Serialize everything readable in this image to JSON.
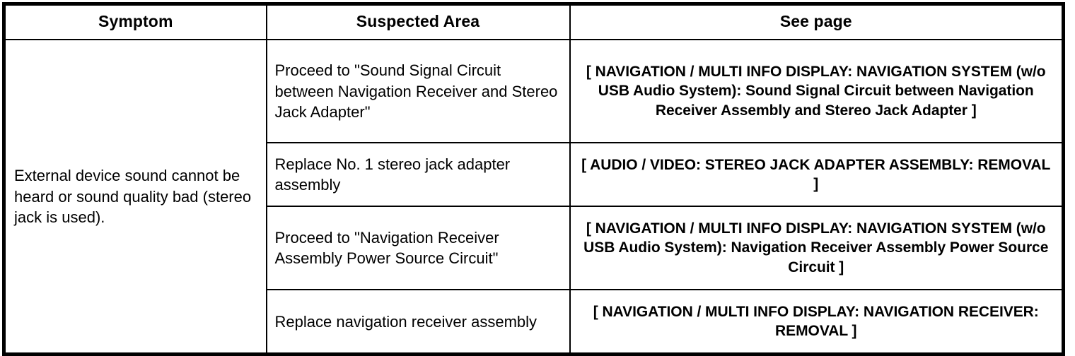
{
  "table": {
    "headers": [
      {
        "label": "Symptom"
      },
      {
        "label": "Suspected Area"
      },
      {
        "label": "See page"
      }
    ],
    "symptom": "External device sound cannot be heard or sound quality bad (stereo jack is used).",
    "rows": [
      {
        "suspected_area": "Proceed to \"Sound Signal Circuit between Navigation Receiver and Stereo Jack Adapter\"",
        "see_page": "[ NAVIGATION / MULTI INFO DISPLAY: NAVIGATION SYSTEM (w/o USB Audio System): Sound Signal Circuit between Navigation Receiver Assembly and Stereo Jack Adapter ]"
      },
      {
        "suspected_area": "Replace No. 1 stereo jack adapter assembly",
        "see_page": "[ AUDIO / VIDEO: STEREO JACK ADAPTER ASSEMBLY: REMOVAL ]"
      },
      {
        "suspected_area": "Proceed to \"Navigation Receiver Assembly Power Source Circuit\"",
        "see_page": "[ NAVIGATION / MULTI INFO DISPLAY: NAVIGATION SYSTEM (w/o USB Audio System): Navigation Receiver Assembly Power Source Circuit ]"
      },
      {
        "suspected_area": "Replace navigation receiver assembly",
        "see_page": "[ NAVIGATION / MULTI INFO DISPLAY: NAVIGATION RECEIVER: REMOVAL ]"
      }
    ]
  },
  "colors": {
    "border": "#000000",
    "text": "#000000",
    "background": "#ffffff"
  }
}
